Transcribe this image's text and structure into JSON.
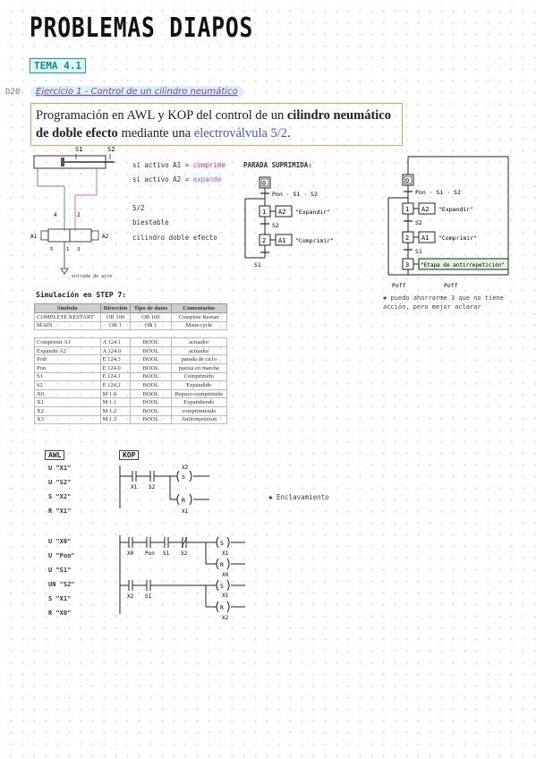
{
  "title": "PROBLEMAS DIAPOS",
  "tema": "TEMA 4.1",
  "page_code": "D20",
  "exercise": "Ejercicio 1 - Control de un cilindro neumático",
  "statement": {
    "p1": "Programación en AWL y KOP del control de un ",
    "b1": "cilindro neumático de doble efecto",
    "p2": " mediante una ",
    "hl": "electroválvula 5/2",
    "p3": "."
  },
  "pneumatic": {
    "s1": "S1",
    "s2": "S2",
    "a1": "A1",
    "a2": "A2",
    "p4": "4",
    "p2": "2",
    "p5": "5",
    "p1": "1",
    "p3": "3",
    "air": "entrada de aire"
  },
  "notes": {
    "a1_text": "si activo A1 = ",
    "a1_action": "comprime",
    "a2_text": "si activo A2 = ",
    "a2_action": "expande",
    "v52": "5/2",
    "biestable": "biestable",
    "cilindro": "cilindro doble efecto"
  },
  "grafcet1": {
    "heading": "PARADA SUPRIMIDA:",
    "step0": "0",
    "t0": "Pon · S1 · S2",
    "step1": "1",
    "act1": "A2",
    "act1_label": "\"Expandir\"",
    "t1": "S2",
    "step2": "2",
    "act2": "A1",
    "act2_label": "\"Comprimir\"",
    "t2": "S1"
  },
  "grafcet2": {
    "step0": "0",
    "t0": "Pon · S1 · S2",
    "step1": "1",
    "act1": "A2",
    "act1_label": "\"Expandir\"",
    "t1": "S2",
    "step2": "2",
    "act2": "A1",
    "act2_label": "\"Comprimir\"",
    "t2": "S1",
    "step3": "3",
    "act3_label": "\"Etapa de antirrepetición\"",
    "poff_a": "Poff",
    "poff_b": "Poff",
    "note": "✱ puedo ahorrarme 3 que no tiene acción, pero mejor aclarar"
  },
  "simulation_title": "Simulación en STEP 7:",
  "table": {
    "headers": [
      "Símbolo",
      "Dirección",
      "Tipo de datos",
      "Comentarios"
    ],
    "top_rows": [
      [
        "COMPLETE RESTART",
        "OB  100",
        "OB  100",
        "Complete Restart"
      ],
      [
        "MAIN",
        "OB  1",
        "OB  1",
        "Main-cycle"
      ]
    ],
    "rows": [
      [
        "Comprimir  A1",
        "A  124.1",
        "BOOL",
        "actuador"
      ],
      [
        "Expandir  A2",
        "A  124.0",
        "BOOL",
        "actuador"
      ],
      [
        "Poff",
        "E  124.3",
        "BOOL",
        "parada de ciclo"
      ],
      [
        "Pon",
        "E  124.0",
        "BOOL",
        "puesta en marcha"
      ],
      [
        "S1",
        "E  124.1",
        "BOOL",
        "Comprimido"
      ],
      [
        "S2",
        "E  124.2",
        "BOOL",
        "Expandido"
      ],
      [
        "X0",
        "M  1.0",
        "BOOL",
        "Reposo-comprimido"
      ],
      [
        "X1",
        "M  1.1",
        "BOOL",
        "Expandiendo"
      ],
      [
        "X2",
        "M  1.2",
        "BOOL",
        "comprimiendo"
      ],
      [
        "X3",
        "M  1.3",
        "BOOL",
        "Antirrepeticion"
      ]
    ]
  },
  "awl_label": "AWL",
  "kop_label": "KOP",
  "awl1": [
    "U  \"X1\"",
    "U  \"S2\"",
    "S  \"X2\"",
    "R  \"X1\""
  ],
  "awl2": [
    "U  \"X0\"",
    "U  \"Pon\"",
    "U  \"S1\"",
    "UN  \"S2\"",
    "S  \"X1\"",
    "R  \"X0\""
  ],
  "kop1": {
    "c1": "X1",
    "c2": "S2",
    "coil_s": "S",
    "coil_r": "R",
    "out1": "X2",
    "out2": "X1"
  },
  "enclavamiento": "✱ Enclavamiento",
  "kop2": {
    "c1": "X0",
    "c2": "Pon",
    "c3": "S1",
    "c4": "S2",
    "c5": "X2",
    "c6": "S1",
    "coil_s": "S",
    "coil_r": "R",
    "o1": "X1",
    "o2": "X0",
    "o3": "X1",
    "o4": "X2"
  }
}
